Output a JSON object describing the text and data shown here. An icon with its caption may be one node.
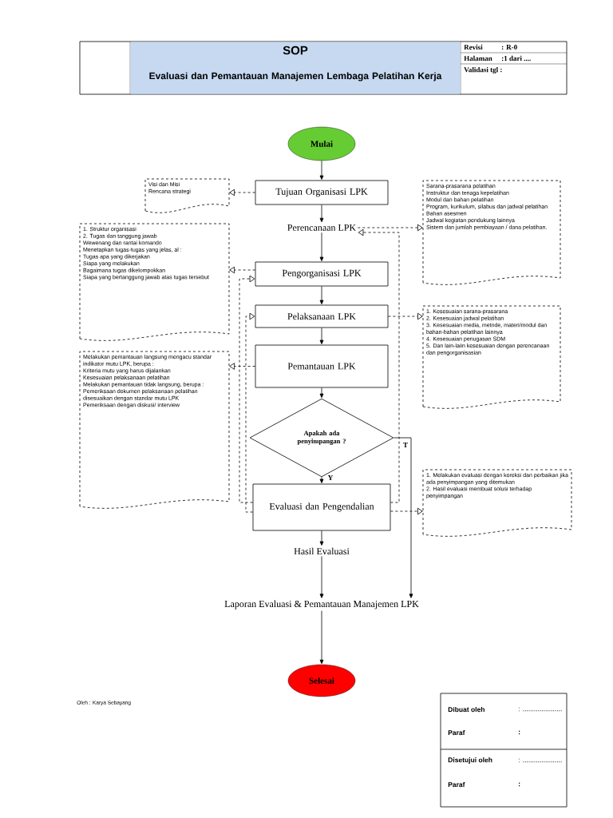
{
  "diagram": {
    "title": "SOP",
    "nodes": [
      {
        "text": [
          "Mulai"
        ]
      },
      {
        "text": [
          "Tujuan Organisasi LPK"
        ]
      },
      {
        "text": [
          "Visi dan Misi",
          "Rencana strategi"
        ]
      },
      {
        "text": [
          "Perencanaan LPK"
        ]
      },
      {
        "text": [
          "Sarana-prasarana pelatihan",
          "Instruktur dan tenaga kepelatihan",
          "Modul dan bahan pelatihan",
          "Program, kurikulum, silabus dan jadwal pelatihan",
          "Bahan asesmen",
          "Jadwal kegiatan pendukung lainnya",
          "Sistem dan jumlah pembiayaan / dana pelatihan."
        ]
      },
      {
        "text": [
          "Pengorganisasi LPK"
        ]
      },
      {
        "text": [
          "1. Struktur organisasi",
          "2. Tugas dan tanggung jawab",
          "Wewenang dan rantai komando",
          "Menetapkan tugas-tugas yang jelas, al :",
          "Tugas apa yang dikerjakan",
          "Siapa yang melakukan",
          "Bagaimana tugas dikelompokkan",
          "Siapa yang bertanggung jawab atas tugas tersebut"
        ]
      },
      {
        "text": [
          "Pelaksanaan LPK"
        ]
      },
      {
        "text": [
          "1. Kesesuaian sarana-prasarana",
          "2. Kesesuaian jadwal pelatihan",
          "3. Kesesuaian media, metode, materi/modul dan bahan-bahan pelatihan lainnya",
          "4. Kesesuaian penugasan SDM",
          "5. Dan lain-laiin kesesuaian dengan perencanaan dan pengorganisasian"
        ]
      },
      {
        "text": [
          "Pemantauan LPK"
        ]
      },
      {
        "text": [
          "Melakukan pemantauan langsung mengacu standar indikator mutu LPK, berupa :",
          "Kriteria mutu yang harus dijalankan",
          "Kesesuaian pelaksanaan pelatihan",
          "Melakukan pemantauan tidak langsung, berupa :",
          "Pemeriksaan dokumen pelaksanaan pelatihan disesuaikan dengan standar mutu LPK",
          "Pemeriksaan dengan diskusi/ interview"
        ]
      },
      {
        "text": [
          "Apakah ada penyimpangan ?"
        ]
      },
      {
        "text": [
          "Evaluasi dan Pengendalian"
        ]
      },
      {
        "text": [
          "1. Melakukan evaluasi dengan koreksi dan perbaikan jika ada penyimpangan yang ditemukan",
          "2. Hasil evaluasi membuat solusi terhadap penyimpangan"
        ]
      },
      {
        "text": [
          "Hasil Evaluasi"
        ]
      },
      {
        "text": [
          "Laporan Evaluasi & Pemantauan Manajemen LPK"
        ]
      },
      {
        "text": [
          "Selesai"
        ]
      }
    ],
    "edges": [
      {
        "from": 0,
        "to": 1,
        "arrow": "to"
      },
      {
        "from": 1,
        "to": 2,
        "arrow": "to",
        "style": "dashed"
      },
      {
        "from": 1,
        "to": 3,
        "arrow": "to"
      },
      {
        "from": 3,
        "to": 4,
        "arrow": "to",
        "style": "dashed"
      },
      {
        "from": 12,
        "to": 3,
        "arrow": "to",
        "style": "dashed"
      },
      {
        "from": 3,
        "to": 5,
        "arrow": "to"
      },
      {
        "from": 5,
        "to": 6,
        "arrow": "to",
        "style": "dashed"
      },
      {
        "from": 12,
        "to": 5,
        "arrow": "to",
        "style": "dashed"
      },
      {
        "from": 5,
        "to": 7,
        "arrow": "to"
      },
      {
        "from": 7,
        "to": 8,
        "arrow": "to",
        "style": "dashed"
      },
      {
        "from": 12,
        "to": 7,
        "arrow": "to",
        "style": "dashed"
      },
      {
        "from": 7,
        "to": 9,
        "arrow": "to"
      },
      {
        "from": 9,
        "to": 10,
        "arrow": "to",
        "style": "dashed"
      },
      {
        "from": 9,
        "to": 11,
        "arrow": "to"
      },
      {
        "from": 11,
        "to": 12,
        "arrow": "to",
        "label": "Y"
      },
      {
        "from": 11,
        "to": 15,
        "arrow": "to",
        "label": "T"
      },
      {
        "from": 12,
        "to": 13,
        "arrow": "to",
        "style": "dashed"
      },
      {
        "from": 12,
        "to": 14,
        "arrow": "to"
      },
      {
        "from": 14,
        "to": 15,
        "arrow": "to"
      },
      {
        "from": 15,
        "to": 16,
        "arrow": "to"
      }
    ],
    "labels": [
      "Evaluasi dan Pemantauan Manajemen Lembaga Pelatihan Kerja",
      "Revisi",
      ": R-0",
      "Halaman",
      ":1 dari ....",
      "Validasi tgl :",
      "Oleh : Karya Sebayang",
      "Dibuat oleh",
      ": .....................",
      "Paraf",
      ":",
      "Disetujui oleh",
      ": .....................",
      "Paraf",
      ":"
    ]
  }
}
